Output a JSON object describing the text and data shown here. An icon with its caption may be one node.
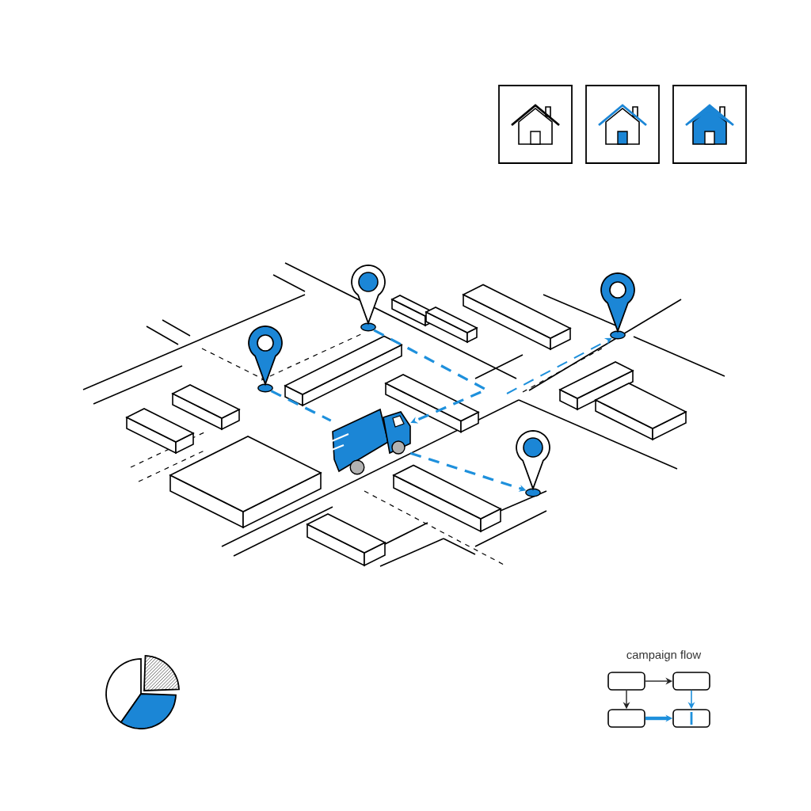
{
  "diagram": {
    "nodes": [
      {
        "text": [],
        "shape": "pin"
      },
      {
        "text": [],
        "shape": "pin"
      },
      {
        "text": [],
        "shape": "pin"
      },
      {
        "text": [],
        "shape": "truck"
      },
      {
        "text": [],
        "shape": "pin"
      },
      {
        "text": [],
        "shape": "box"
      },
      {
        "text": [],
        "shape": "box"
      },
      {
        "text": [],
        "shape": "box"
      },
      {
        "text": [],
        "shape": "box"
      }
    ],
    "edges": [
      {
        "from": 0,
        "to": 3,
        "arrow": "none",
        "style": "dashed"
      },
      {
        "from": 1,
        "to": 3,
        "arrow": "to",
        "style": "dashed"
      },
      {
        "from": 3,
        "to": 4,
        "arrow": "to",
        "style": "dashed"
      },
      {
        "from": null,
        "to": 2,
        "arrow": "to",
        "style": "dashed"
      },
      {
        "from": 5,
        "to": 6,
        "arrow": "to",
        "color": "#222222"
      },
      {
        "from": 5,
        "to": 7,
        "arrow": "to",
        "color": "#222222"
      },
      {
        "from": 6,
        "to": 8,
        "arrow": "to"
      },
      {
        "from": 7,
        "to": 8,
        "arrow": "to",
        "style": "thick"
      }
    ],
    "labels": [
      "campaign flow"
    ]
  }
}
